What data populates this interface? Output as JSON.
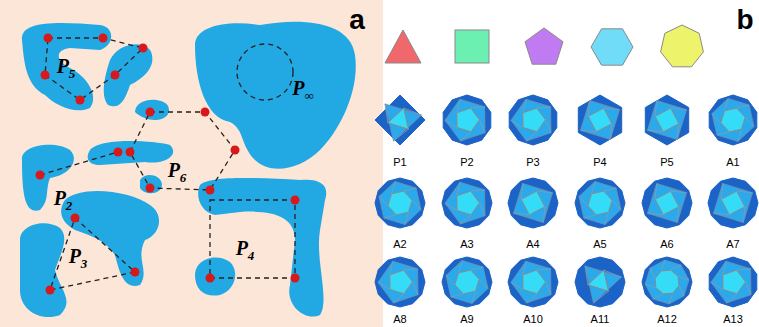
{
  "diagram": {
    "labels": [
      "a",
      "P5",
      "P∞",
      "P2",
      "P6",
      "P3",
      "P4",
      "b",
      "P1",
      "P2",
      "P3",
      "P4",
      "P5",
      "A1",
      "A2",
      "A3",
      "A4",
      "A5",
      "A6",
      "A7",
      "A8",
      "A9",
      "A10",
      "A11",
      "A12",
      "A13"
    ]
  }
}
